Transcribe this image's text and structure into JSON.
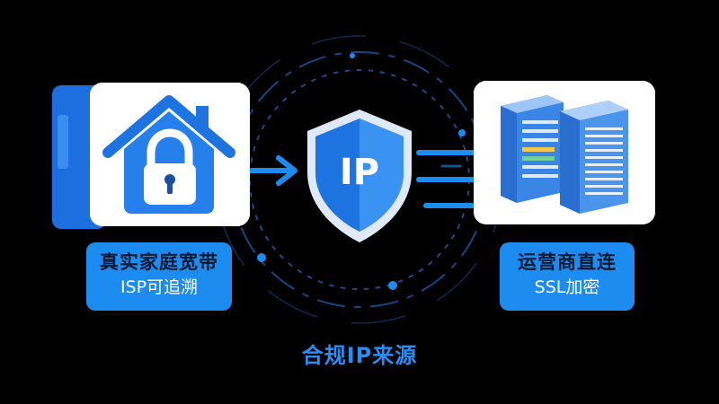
{
  "shield": {
    "text": "IP"
  },
  "left_label": {
    "line1": "真实家庭宽带",
    "line2": "ISP可追溯"
  },
  "right_label": {
    "line1": "运营商直连",
    "line2": "SSL加密"
  },
  "caption": "合规IP来源",
  "icons": [
    "home-lock-icon",
    "arrow-right-icon",
    "shield-icon",
    "speed-lines-icon",
    "server-icon"
  ],
  "colors": {
    "background": "#000000",
    "accent": "#1d8cf0",
    "label_text_dark": "#081a33",
    "caption": "#2a8df5",
    "card": "#ffffff"
  }
}
